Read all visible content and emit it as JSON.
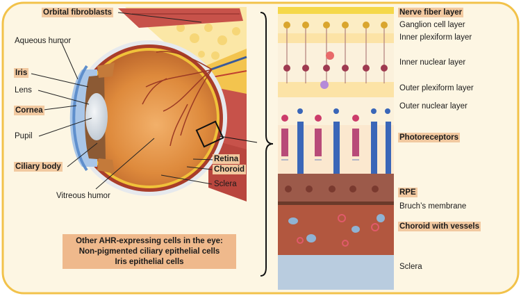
{
  "labels": {
    "orbital_fibroblasts": "Orbital fibroblasts",
    "aqueous_humor": "Aqueous humor",
    "iris": "Iris",
    "lens": "Lens",
    "cornea": "Cornea",
    "pupil": "Pupil",
    "ciliary_body": "Ciliary body",
    "vitreous_humor": "Vitreous humor",
    "retina": "Retina",
    "choroid": "Choroid",
    "sclera": "Sclera"
  },
  "layers": {
    "nerve_fiber": "Nerve fiber layer",
    "ganglion_cell": "Ganglion cell layer",
    "inner_plexiform": "Inner plexiform layer",
    "inner_nuclear": "Inner nuclear layer",
    "outer_plexiform": "Outer plexiform layer",
    "outer_nuclear": "Outer nuclear layer",
    "photoreceptors": "Photoreceptors",
    "rpe": "RPE",
    "bruchs_membrane": "Bruch’s membrane",
    "choroid_vessels": "Choroid with vessels",
    "sclera": "Sclera"
  },
  "note": {
    "line1": "Other AHR-expressing cells in the eye:",
    "line2": "Non-pigmented ciliary epithelial cells",
    "line3": "Iris epithelial cells"
  },
  "colors": {
    "frame_border": "#f2c24a",
    "frame_fill": "#fdf6e3",
    "highlight": "#f2c9a0",
    "note_fill": "#efb98c"
  }
}
